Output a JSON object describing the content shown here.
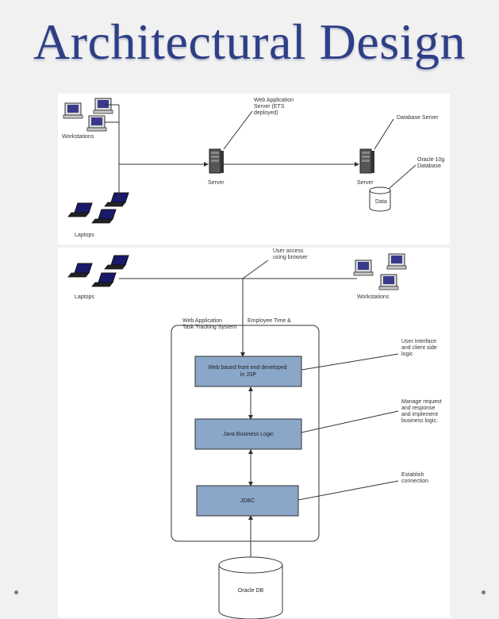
{
  "title": "Architectural Design",
  "top_diagram": {
    "workstations_label": "Workstations",
    "laptops_label": "Laptops",
    "web_server_note": [
      "Web Application",
      "Server (ETS",
      "deployed)"
    ],
    "web_server_label": "Server",
    "db_server_note": "Database Server",
    "db_server_label": "Server",
    "oracle_note": [
      "Oracle 10g",
      "Database"
    ],
    "data_label": "Data"
  },
  "bottom_diagram": {
    "laptops_label": "Laptops",
    "workstations_label": "Workstations",
    "access_note": [
      "User access",
      "using browser"
    ],
    "system_title_left": [
      "Web Application",
      "Task Tracking System"
    ],
    "system_title_right": "Employee Time &",
    "layers": [
      {
        "label": [
          "Web based front end developed",
          "in JSP"
        ],
        "note": [
          "User Interface",
          "and client side",
          "logic"
        ]
      },
      {
        "label": [
          "Java Business Logic"
        ],
        "note": [
          "Manage request",
          "and response",
          "and implement",
          "business logic."
        ]
      },
      {
        "label": [
          "JDBC"
        ],
        "note": [
          "Establish",
          "connection"
        ]
      }
    ],
    "db_label": "Oracle DB"
  },
  "colors": {
    "title": "#2e3f86",
    "box_fill": "#8aa6c8",
    "line": "#333333"
  }
}
